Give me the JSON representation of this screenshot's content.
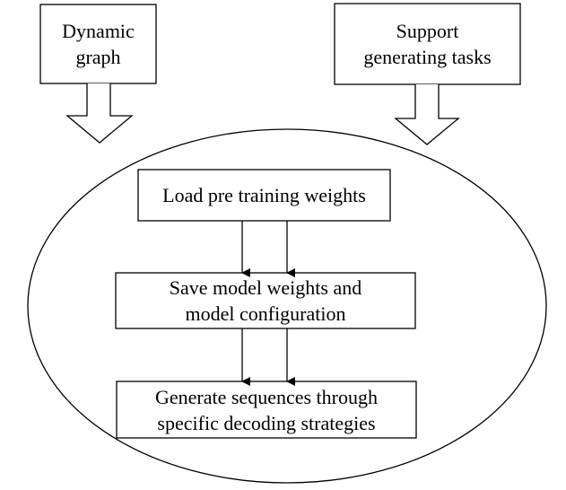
{
  "diagram": {
    "boxes": {
      "dynamic_graph": {
        "line1": "Dynamic",
        "line2": "graph"
      },
      "support_tasks": {
        "line1": "Support",
        "line2": "generating tasks"
      },
      "load_weights": {
        "line1": "Load pre training weights"
      },
      "save_weights": {
        "line1": "Save model weights and",
        "line2": "model configuration"
      },
      "generate_sequences": {
        "line1": "Generate sequences through",
        "line2": "specific decoding strategies"
      }
    }
  }
}
